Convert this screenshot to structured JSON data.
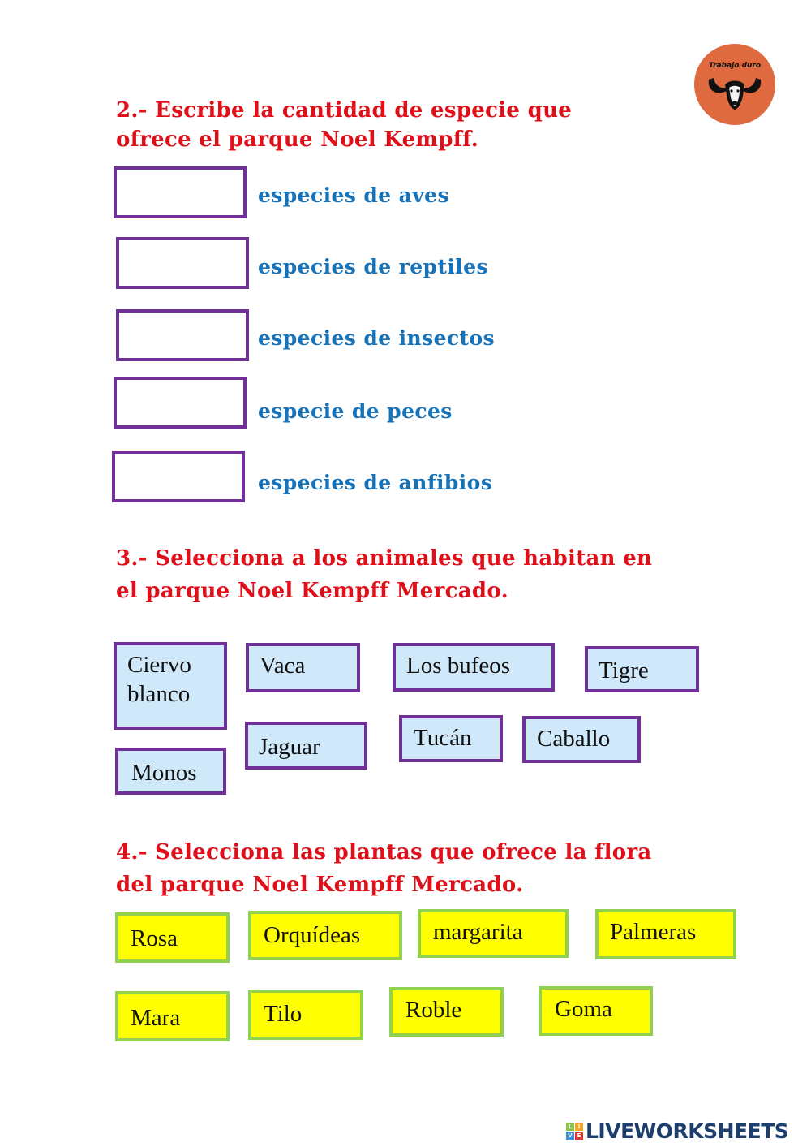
{
  "logo": {
    "text": "Trabajo duro",
    "icon": "buffalo-head-icon",
    "bg_color": "#e06a3f"
  },
  "section2": {
    "heading_lines": [
      "2.- Escribe la cantidad de especie que",
      "ofrece el parque Noel Kempff."
    ],
    "items": [
      {
        "label": "especies de aves",
        "value": ""
      },
      {
        "label": "especies de reptiles",
        "value": ""
      },
      {
        "label": "especies de insectos",
        "value": ""
      },
      {
        "label": "especie de peces",
        "value": ""
      },
      {
        "label": "especies de anfibios",
        "value": ""
      }
    ]
  },
  "section3": {
    "heading_lines": [
      "3.- Selecciona a los animales que habitan en",
      "el parque Noel Kempff Mercado."
    ],
    "options": [
      {
        "label": "Ciervo blanco",
        "line1": "Ciervo",
        "line2": "blanco"
      },
      {
        "label": "Vaca"
      },
      {
        "label": "Los bufeos"
      },
      {
        "label": "Tigre"
      },
      {
        "label": "Jaguar"
      },
      {
        "label": "Tucán"
      },
      {
        "label": "Caballo"
      },
      {
        "label": "Monos"
      }
    ]
  },
  "section4": {
    "heading_lines": [
      "4.- Selecciona las plantas que ofrece la flora",
      "del parque Noel Kempff Mercado."
    ],
    "options": [
      {
        "label": "Rosa"
      },
      {
        "label": "Orquídeas"
      },
      {
        "label": "margarita"
      },
      {
        "label": "Palmeras"
      },
      {
        "label": "Mara"
      },
      {
        "label": "Tilo"
      },
      {
        "label": "Roble"
      },
      {
        "label": "Goma"
      }
    ]
  },
  "footer": {
    "brand": "LIVEWORKSHEETS",
    "tiles": [
      "L",
      "I",
      "V",
      "E"
    ]
  },
  "colors": {
    "heading": "#e0101a",
    "label": "#1672b9",
    "box_border": "#6f3198",
    "animal_fill": "#cfe9fb",
    "plant_fill": "#ffff00",
    "plant_border": "#92d050"
  }
}
